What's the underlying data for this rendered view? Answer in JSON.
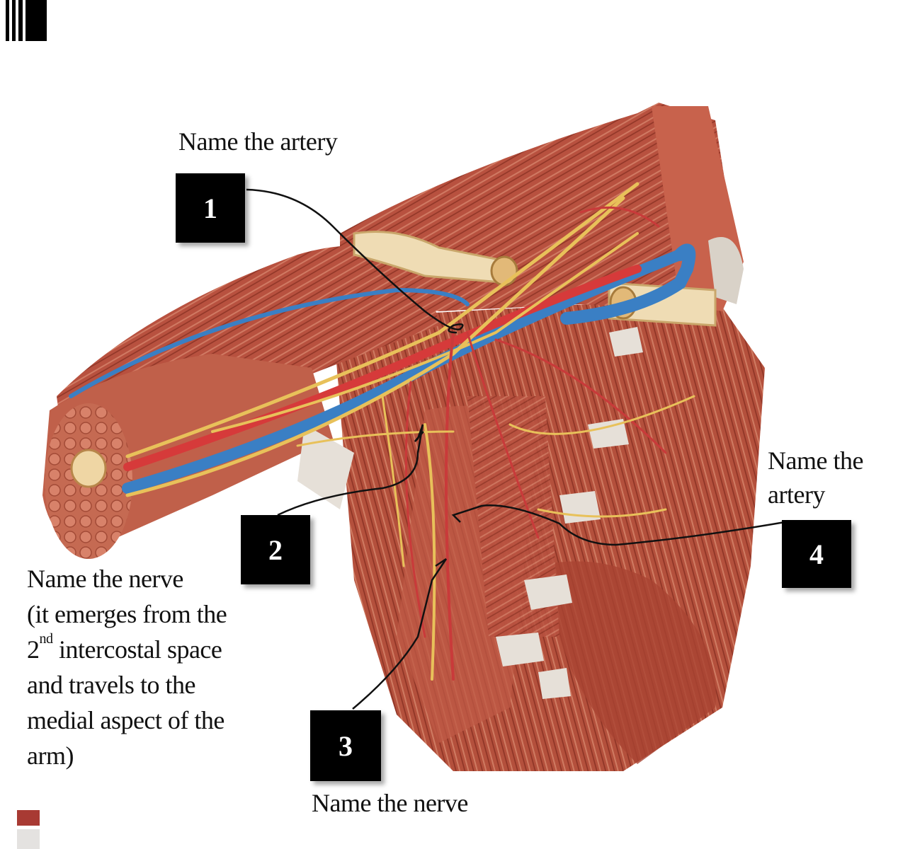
{
  "labels": {
    "label1": {
      "number": "1",
      "prompt": "Name the artery"
    },
    "label2": {
      "number": "2",
      "prompt_lines": [
        "Name the nerve",
        "(it emerges from the",
        "intercostal space",
        "and travels to the",
        "medial aspect of the",
        "arm)"
      ],
      "ordinal_num": "2",
      "ordinal_sup": "nd"
    },
    "label3": {
      "number": "3",
      "prompt": "Name the nerve"
    },
    "label4": {
      "number": "4",
      "prompt_lines": [
        "Name the",
        "artery"
      ]
    }
  },
  "colors": {
    "muscle": "#b8513f",
    "muscle_dark": "#8e3526",
    "artery": "#d63a3a",
    "vein": "#3a7fc4",
    "nerve": "#e8c15a",
    "tendon": "#efdcb4",
    "accent_square": "#a83a33"
  }
}
